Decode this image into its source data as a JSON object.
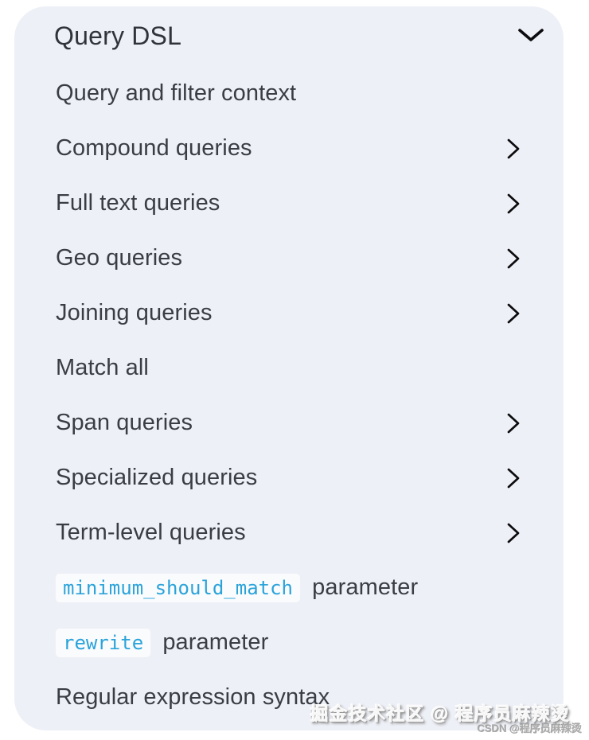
{
  "colors": {
    "page_bg": "#ffffff",
    "panel_bg": "#eef0f7",
    "title_color": "#30333a",
    "item_color": "#3a3d44",
    "chevron_color": "#0c0c0e",
    "code_color": "#2aa3da",
    "code_bg": "#fafbfd"
  },
  "panel": {
    "title": "Query DSL",
    "title_icon": "chevron-down-icon",
    "items": [
      {
        "label": "Query and filter context",
        "chevron": false
      },
      {
        "label": "Compound queries",
        "chevron": true
      },
      {
        "label": "Full text queries",
        "chevron": true
      },
      {
        "label": "Geo queries",
        "chevron": true
      },
      {
        "label": "Joining queries",
        "chevron": true
      },
      {
        "label": "Match all",
        "chevron": false
      },
      {
        "label": "Span queries",
        "chevron": true
      },
      {
        "label": "Specialized queries",
        "chevron": true
      },
      {
        "label": "Term-level queries",
        "chevron": true
      },
      {
        "code": "minimum_should_match",
        "suffix": " parameter",
        "chevron": false
      },
      {
        "code": "rewrite",
        "suffix": " parameter",
        "chevron": false
      },
      {
        "label": "Regular expression syntax",
        "chevron": false
      }
    ],
    "expand_icon": "chevron-right-icon"
  },
  "watermark": {
    "primary": "掘金技术社区 @ 程序员麻辣烫",
    "secondary": "CSDN @程序员麻辣烫"
  }
}
